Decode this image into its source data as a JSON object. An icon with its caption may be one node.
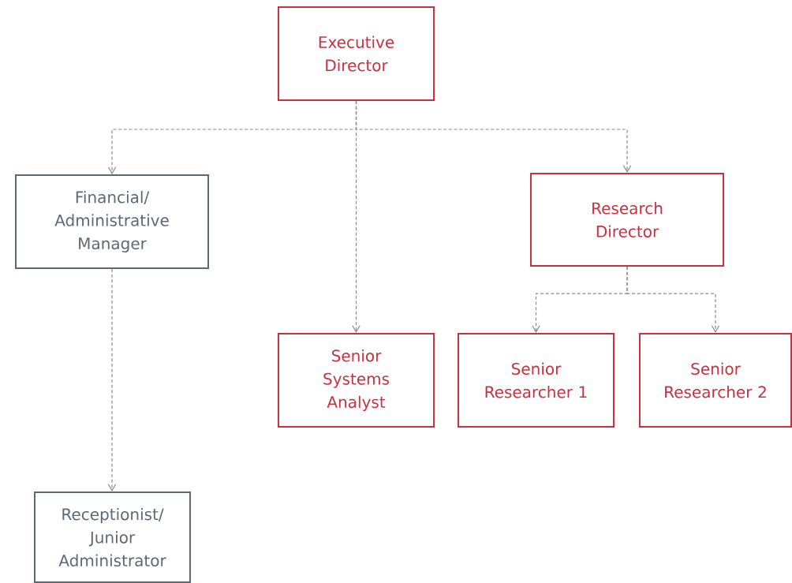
{
  "diagram": {
    "nodes": [
      {
        "text": [
          "Executive Director"
        ]
      },
      {
        "text": [
          "Financial/ Administrative Manager"
        ]
      },
      {
        "text": [
          "Research Director"
        ]
      },
      {
        "text": [
          "Senior Systems Analyst"
        ]
      },
      {
        "text": [
          "Senior Researcher 1"
        ]
      },
      {
        "text": [
          "Senior Researcher 2"
        ]
      },
      {
        "text": [
          "Receptionist/ Junior Administrator"
        ]
      }
    ],
    "edges": [
      {
        "from": 0,
        "to": 1,
        "arrow": "to",
        "style": "dashed"
      },
      {
        "from": 0,
        "to": 3,
        "arrow": "to",
        "style": "dashed"
      },
      {
        "from": 0,
        "to": 2,
        "arrow": "to",
        "style": "dashed"
      },
      {
        "from": 2,
        "to": 4,
        "arrow": "to",
        "style": "dashed"
      },
      {
        "from": 2,
        "to": 5,
        "arrow": "to",
        "style": "dashed"
      },
      {
        "from": 1,
        "to": 6,
        "arrow": "to",
        "style": "dashed"
      }
    ]
  }
}
